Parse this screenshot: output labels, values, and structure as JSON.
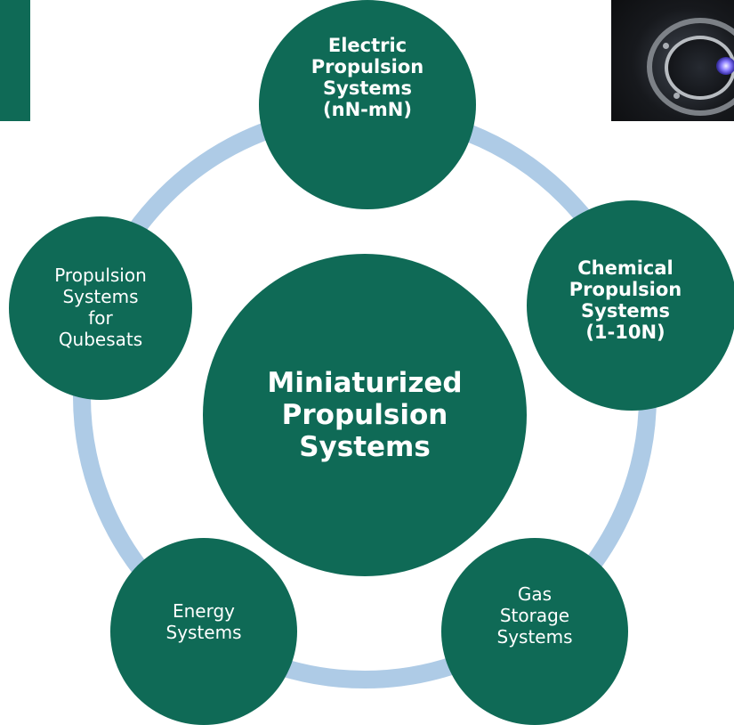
{
  "colors": {
    "node_fill": "#0f6a56",
    "ring": "#aecbe6",
    "accent_bar": "#0f6a56",
    "text": "#ffffff"
  },
  "center": {
    "label": "Miniaturized\nPropulsion\nSystems"
  },
  "nodes": [
    {
      "id": "electric",
      "label": "Electric\nPropulsion\nSystems\n(nN-mN)",
      "bold": true
    },
    {
      "id": "chemical",
      "label": "Chemical\nPropulsion\nSystems\n(1-10N)",
      "bold": true
    },
    {
      "id": "gas",
      "label": "Gas\nStorage\nSystems",
      "bold": false
    },
    {
      "id": "energy",
      "label": "Energy\nSystems",
      "bold": false
    },
    {
      "id": "qubesats",
      "label": "Propulsion\nSystems\nfor\nQubesats",
      "bold": false
    }
  ],
  "photo": {
    "icon": "thruster-photo"
  }
}
